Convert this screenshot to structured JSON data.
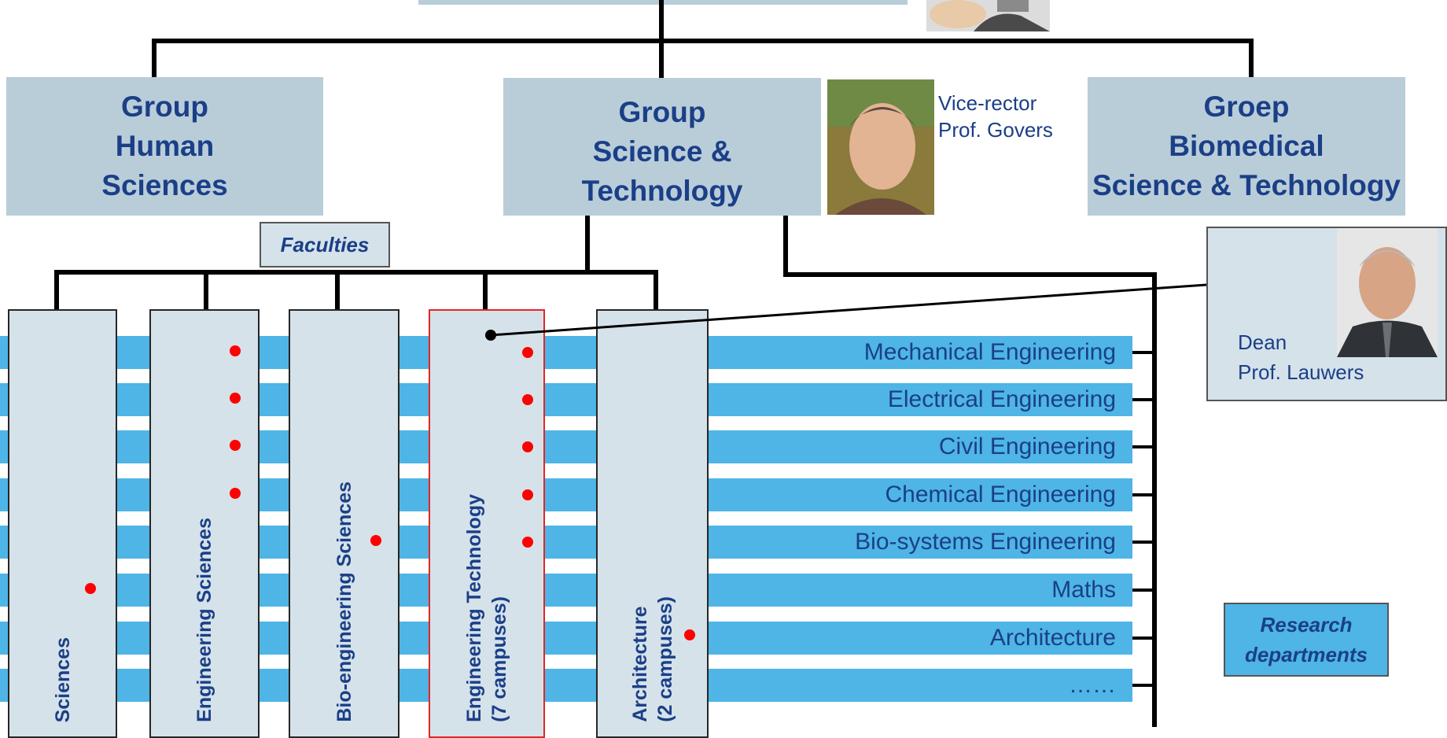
{
  "groups": [
    {
      "label": "Group\nHuman\nSciences"
    },
    {
      "label": "Group\nScience &\nTechnology"
    },
    {
      "label": "Groep\nBiomedical\nScience & Technology"
    }
  ],
  "vice_rector": {
    "role": "Vice-rector",
    "name": "Prof. Govers"
  },
  "dean": {
    "role": "Dean",
    "name": "Prof. Lauwers"
  },
  "faculties_label": "Faculties",
  "faculties": [
    {
      "label": "Sciences"
    },
    {
      "label": "Engineering Sciences"
    },
    {
      "label": "Bio-engineering Sciences"
    },
    {
      "label": "Engineering Technology\n(7 campuses)"
    },
    {
      "label": "Architecture\n(2 campuses)"
    }
  ],
  "departments": [
    "Mechanical Engineering",
    "Electrical Engineering",
    "Civil Engineering",
    "Chemical Engineering",
    "Bio-systems Engineering",
    "Maths",
    "Architecture",
    "……"
  ],
  "research_label": "Research\ndepartments",
  "colors": {
    "group_box": "#b9cdd9",
    "faculty_box": "#d5e2ea",
    "stripe": "#4eb5e6",
    "text": "#1b3f87",
    "dot": "#ff0000",
    "highlight_border": "#e32626"
  }
}
